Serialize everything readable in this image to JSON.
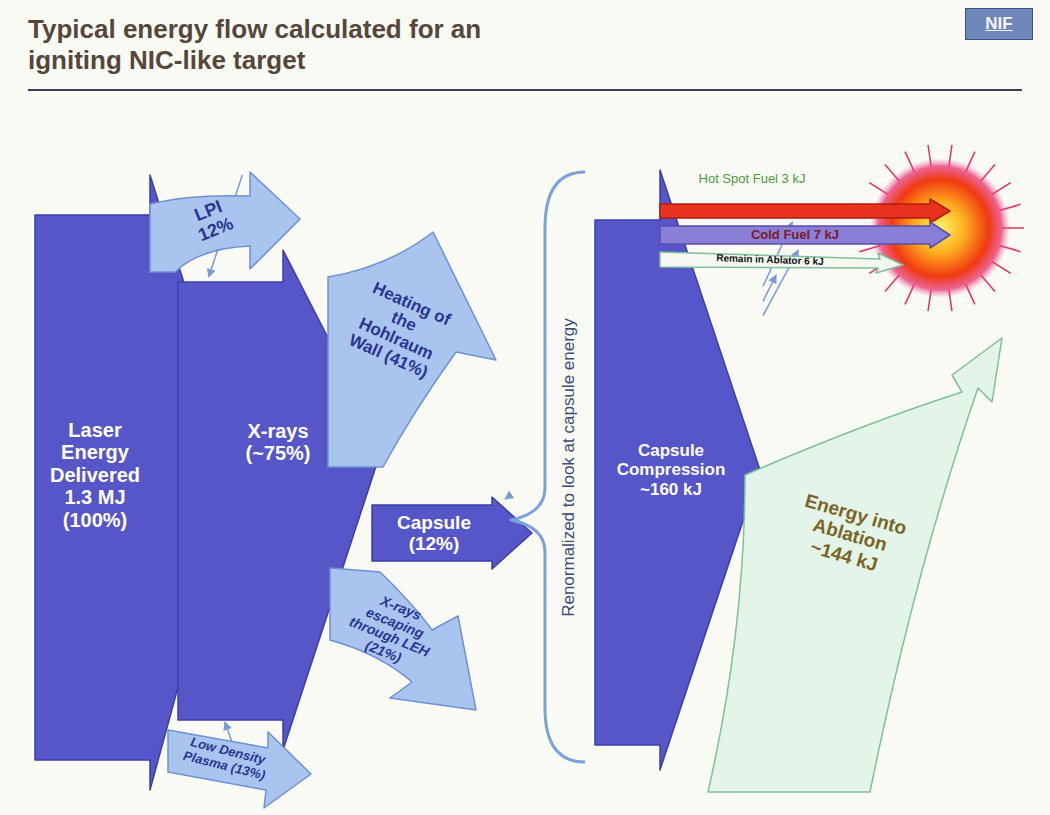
{
  "diagram": {
    "title": "Typical energy flow calculated for an igniting NIC-like target",
    "nodes": [
      {
        "text": [
          "Laser Energy Delivered 1.3 MJ (100%)"
        ]
      },
      {
        "text": [
          "LPI 12%"
        ]
      },
      {
        "text": [
          "X-rays (~75%)"
        ]
      },
      {
        "text": [
          "Low Density Plasma (13%)"
        ]
      },
      {
        "text": [
          "Heating of the Hohlraum Wall (41%)"
        ]
      },
      {
        "text": [
          "Capsule (12%)"
        ]
      },
      {
        "text": [
          "X-rays escaping through LEH (21%)"
        ]
      },
      {
        "text": [
          "Renormalized to look at capsule energy"
        ]
      },
      {
        "text": [
          "Capsule Compression ~160 kJ"
        ]
      },
      {
        "text": [
          "Energy into Ablation ~144 kJ"
        ]
      },
      {
        "text": [
          "Hot Spot Fuel 3 kJ"
        ]
      },
      {
        "text": [
          "Cold Fuel 7 kJ"
        ]
      },
      {
        "text": [
          "Remain in Ablator 6 kJ"
        ]
      }
    ],
    "edges": [
      {
        "from": 0,
        "to": 1,
        "arrow": "to"
      },
      {
        "from": 0,
        "to": 2,
        "arrow": "to"
      },
      {
        "from": 0,
        "to": 3,
        "arrow": "to"
      },
      {
        "from": 2,
        "to": 4,
        "arrow": "to"
      },
      {
        "from": 2,
        "to": 5,
        "arrow": "to"
      },
      {
        "from": 2,
        "to": 6,
        "arrow": "to"
      },
      {
        "from": 5,
        "to": 7,
        "arrow": "to"
      },
      {
        "from": 7,
        "to": 8,
        "arrow": "to"
      },
      {
        "from": 8,
        "to": 9,
        "arrow": "to"
      },
      {
        "from": 8,
        "to": 10,
        "arrow": "to"
      },
      {
        "from": 8,
        "to": 11,
        "arrow": "to"
      },
      {
        "from": 8,
        "to": 12,
        "arrow": "to"
      }
    ],
    "labels": [
      "NIF"
    ]
  }
}
